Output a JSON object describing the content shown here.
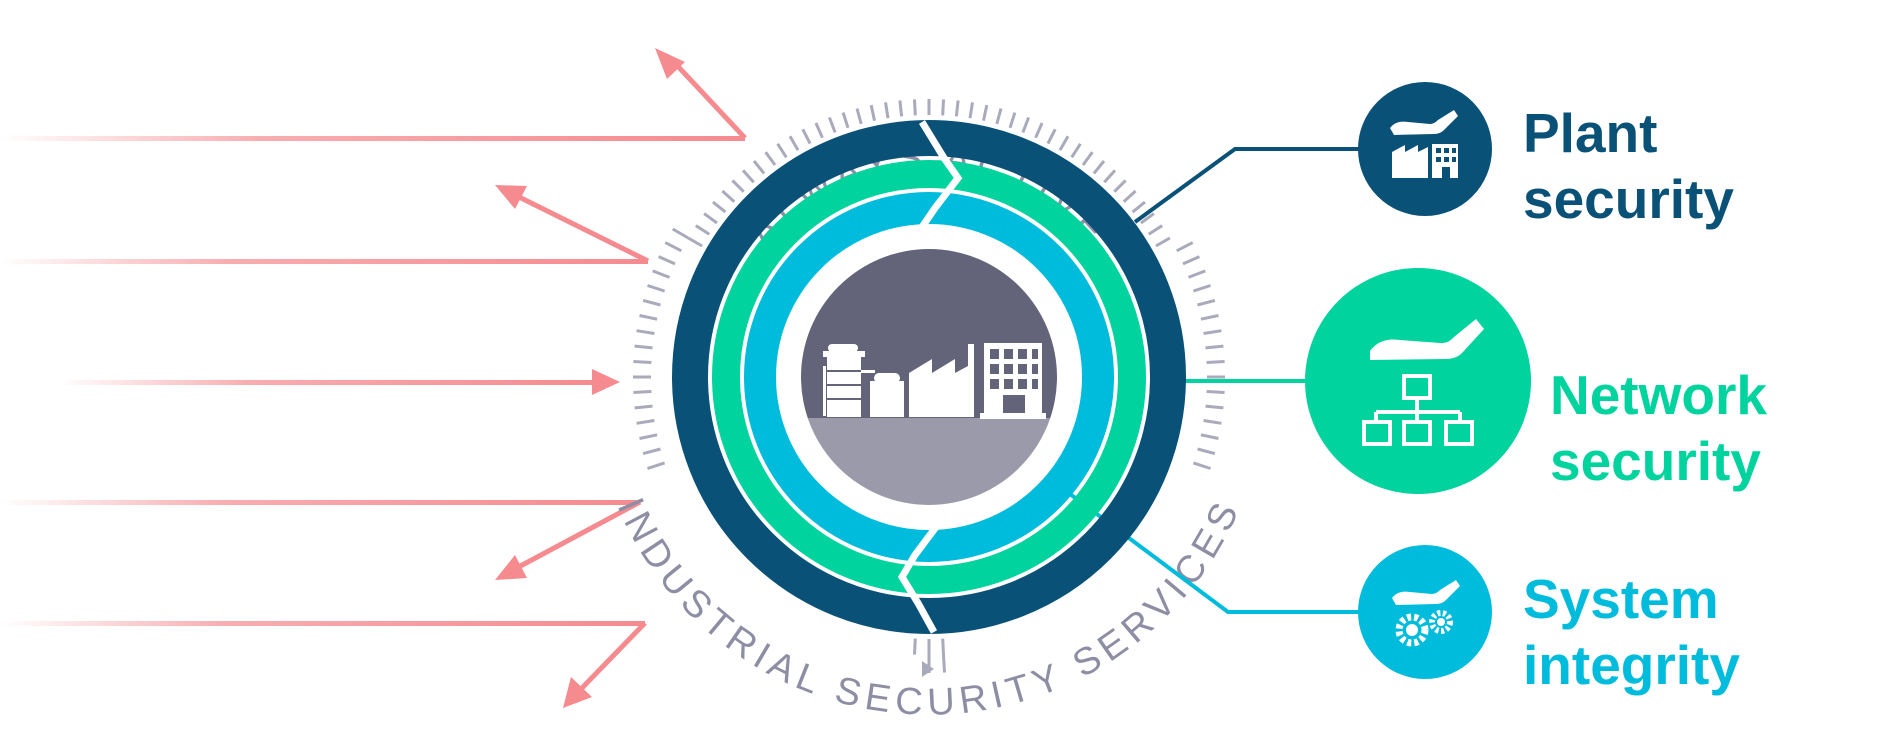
{
  "ring_text": {
    "top": "ALWAYS ACTIVE",
    "bottom": "INDUSTRIAL SECURITY SERVICES"
  },
  "pillars": [
    {
      "id": "plant",
      "line1": "Plant",
      "line2": "security",
      "color": "#0a5177",
      "icon": "hand-over-factory-icon"
    },
    {
      "id": "network",
      "line1": "Network",
      "line2": "security",
      "color": "#00d39e",
      "icon": "hand-over-network-icon"
    },
    {
      "id": "system",
      "line1": "System",
      "line2": "integrity",
      "color": "#00bcdc",
      "icon": "hand-over-gears-icon"
    }
  ],
  "colors": {
    "threat": "#f58a8f",
    "ring_outer": "#0a5177",
    "ring_middle": "#00d39e",
    "ring_inner": "#00bcdc",
    "core_top": "#636479",
    "core_bottom": "#9a9aab",
    "ticks": "#a9aabb"
  },
  "center_icon": "industrial-plant-icon"
}
